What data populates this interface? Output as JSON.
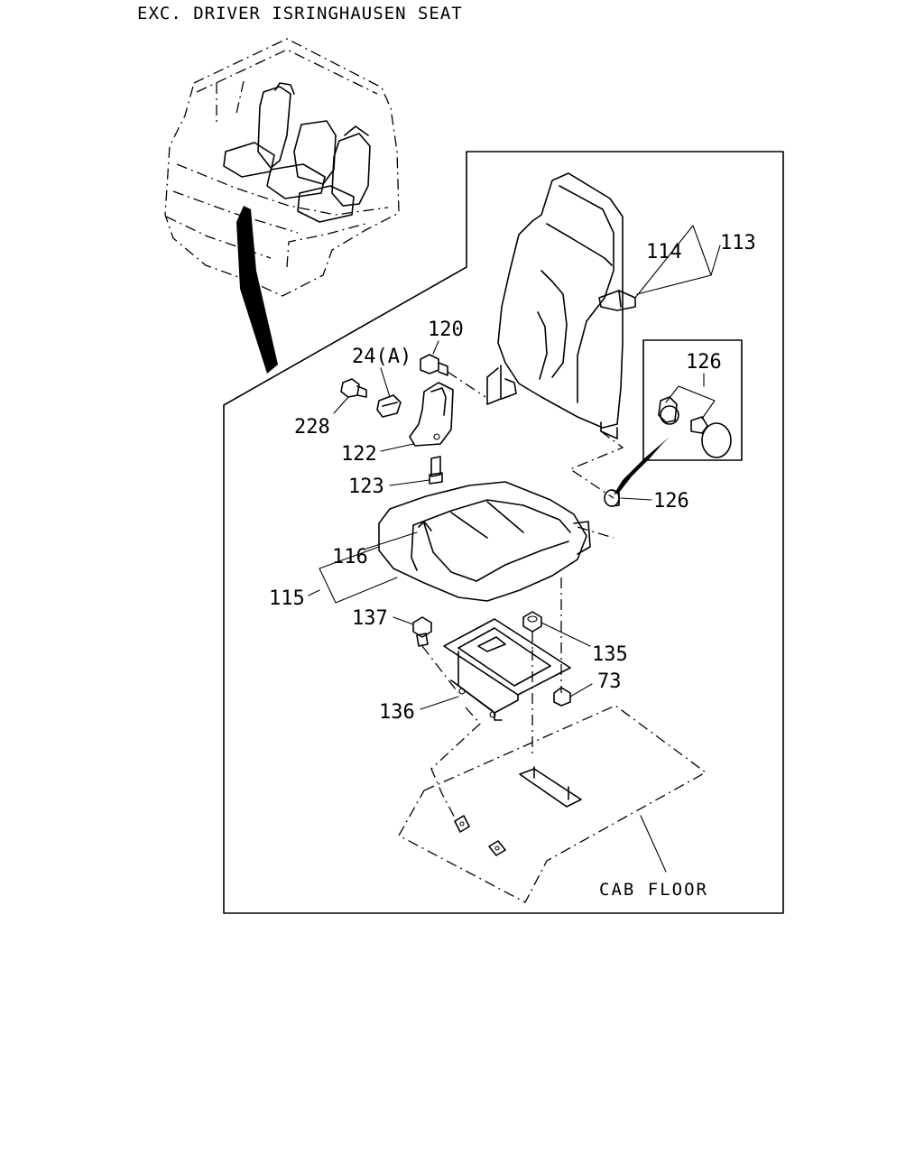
{
  "header": {
    "title": "EXC. DRIVER ISRINGHAUSEN SEAT"
  },
  "callouts": {
    "c113": "113",
    "c114": "114",
    "c120": "120",
    "c24a": "24(A)",
    "c228": "228",
    "c122": "122",
    "c123": "123",
    "c126_inset": "126",
    "c126": "126",
    "c116": "116",
    "c115": "115",
    "c137": "137",
    "c135": "135",
    "c73": "73",
    "c136": "136"
  },
  "floor": {
    "label": "CAB FLOOR"
  }
}
